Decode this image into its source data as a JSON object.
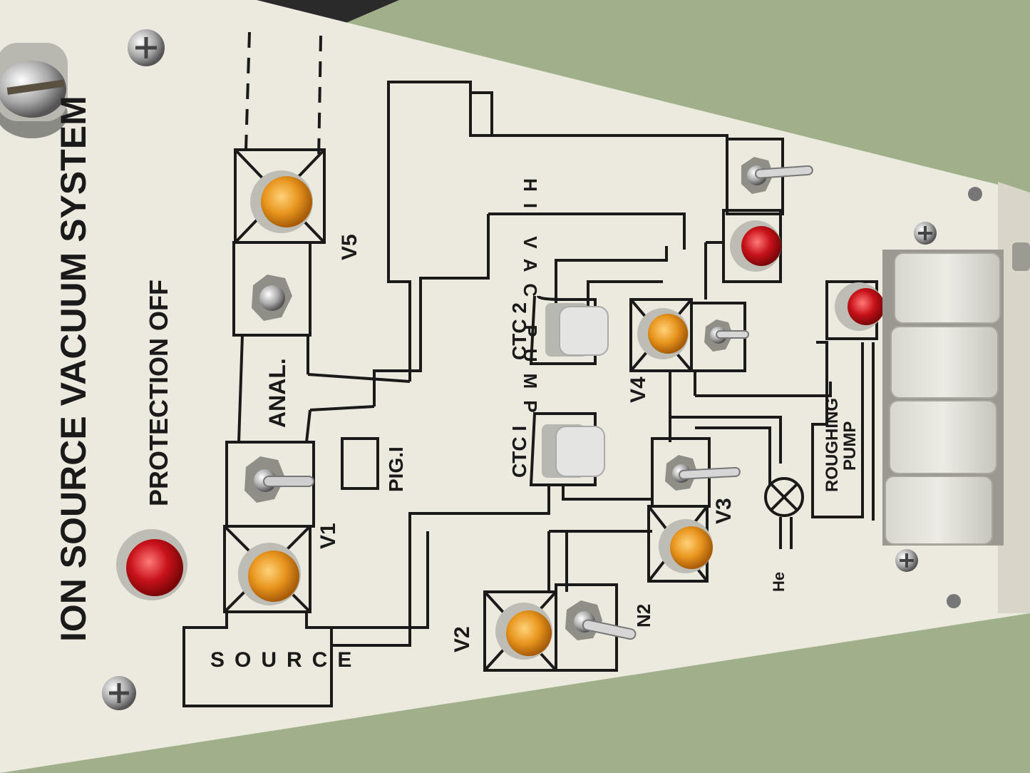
{
  "panel": {
    "title": "ION SOURCE VACUUM SYSTEM",
    "status_text": "PROTECTION OFF"
  },
  "labels": {
    "source": "SOURCE",
    "anal": "ANAL.",
    "pig": "PIG.I",
    "hivac_pump": "HI VAC PUMP",
    "ctc1": "CTC I",
    "ctc2": "CTC 2",
    "roughing_pump_line1": "ROUGHING",
    "roughing_pump_line2": "PUMP",
    "v1": "V1",
    "v2": "V2",
    "v3": "V3",
    "v4": "V4",
    "v5": "V5",
    "n2": "N2",
    "he": "He"
  },
  "colors": {
    "panel": "#ece9de",
    "line": "#1a1a1a",
    "amber_lamp": "#e8961e",
    "red_lamp": "#c8121a",
    "background": "#9fb08a"
  },
  "indicators": [
    {
      "name": "protection-lamp",
      "color": "red"
    },
    {
      "name": "v1-lamp",
      "color": "amber"
    },
    {
      "name": "v2-lamp",
      "color": "amber"
    },
    {
      "name": "v3-lamp",
      "color": "amber"
    },
    {
      "name": "v4-lamp",
      "color": "amber"
    },
    {
      "name": "v5-lamp",
      "color": "amber"
    },
    {
      "name": "hivac-lamp",
      "color": "red"
    },
    {
      "name": "roughing-lamp",
      "color": "red"
    }
  ]
}
